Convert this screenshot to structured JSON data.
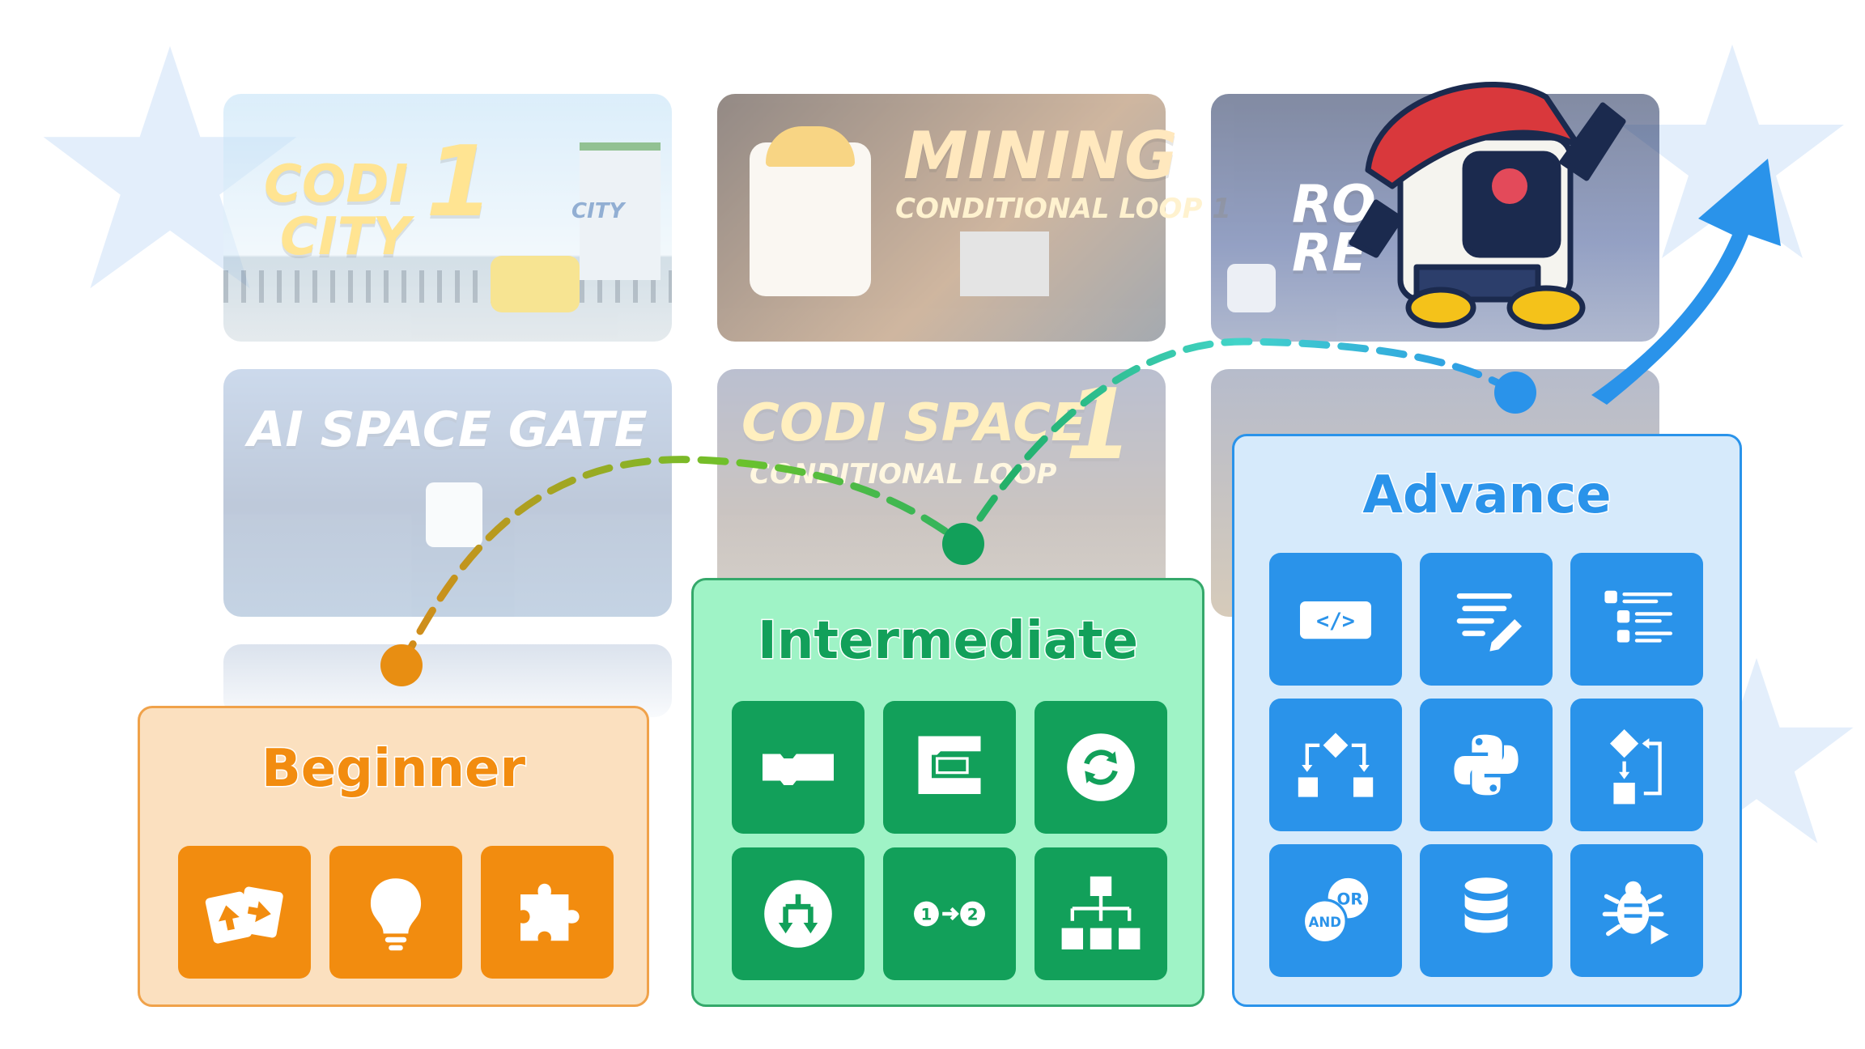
{
  "background_thumbnails": [
    {
      "title": "CODI",
      "title2": "CITY",
      "badge": "1",
      "sign": "CITY"
    },
    {
      "title": "MINING",
      "subtitle": "CONDITIONAL LOOP 1"
    },
    {
      "title": "RO",
      "title2": "RE"
    },
    {
      "title": "AI SPACE GATE"
    },
    {
      "title": "CODI SPACE",
      "badge": "1",
      "subtitle": "CONDITIONAL LOOP"
    },
    {
      "title": ""
    }
  ],
  "levels": {
    "beginner": {
      "title": "Beginner",
      "color": "#f28c0f",
      "icons": [
        "direction-cards-icon",
        "lightbulb-icon",
        "puzzle-icon"
      ]
    },
    "intermediate": {
      "title": "Intermediate",
      "color": "#12a05a",
      "icons": [
        "code-block-icon",
        "loop-block-icon",
        "repeat-icon",
        "conditional-icon",
        "sequence-icon",
        "hierarchy-icon"
      ],
      "sequence_labels": [
        "1",
        "2"
      ]
    },
    "advance": {
      "title": "Advance",
      "color": "#2a93ea",
      "icons": [
        "code-tag-icon",
        "text-edit-icon",
        "list-icon",
        "flowchart-icon",
        "python-icon",
        "branch-icon",
        "and-or-icon",
        "database-icon",
        "debug-icon"
      ],
      "code_tag": "</>",
      "logic_labels": [
        "AND",
        "OR"
      ]
    }
  },
  "colors": {
    "progress_arrow": "#2a93ea",
    "mascot_cap": "#d9383c",
    "mascot_face": "#1b2a4e"
  }
}
